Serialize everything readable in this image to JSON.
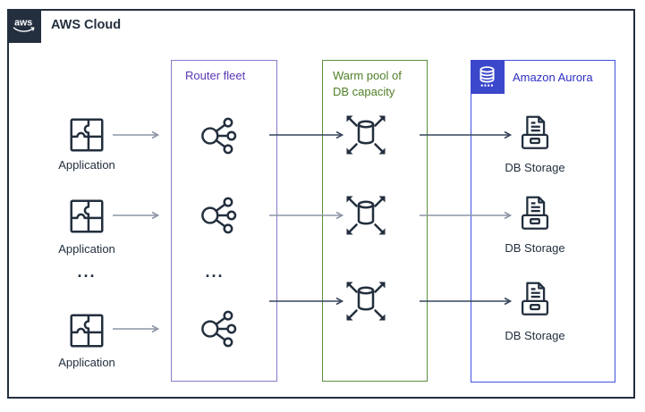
{
  "header": {
    "logo_text": "aws",
    "title": "AWS Cloud"
  },
  "groups": {
    "router": {
      "label": "Router fleet"
    },
    "warm_pool": {
      "label_line1": "Warm pool of",
      "label_line2": "DB capacity"
    },
    "aurora": {
      "label": "Amazon Aurora"
    }
  },
  "applications": [
    {
      "label": "Application"
    },
    {
      "label": "Application"
    },
    {
      "label": "Application"
    }
  ],
  "storages": [
    {
      "label": "DB Storage"
    },
    {
      "label": "DB Storage"
    },
    {
      "label": "DB Storage"
    }
  ],
  "ellipsis": {
    "apps": "...",
    "routers": "..."
  },
  "icons": {
    "aws_logo": "aws-smile-logo",
    "application": "puzzle-pieces-icon",
    "router": "hub-fanout-icon",
    "warm_db": "scalable-database-icon",
    "db_storage": "document-storage-tray-icon",
    "aurora_badge": "database-cylinder-icon"
  },
  "colors": {
    "outline": "#232F3E",
    "ink": "#232F3E",
    "purple_border": "#8A79C8",
    "purple_text": "#5937B5",
    "green_border": "#5C8F3C",
    "green_text": "#507F28",
    "blue_border": "#3F51E0",
    "blue_text": "#2D2FC4",
    "blue_badge": "#3B48CC",
    "arrow_gray": "#8B95A5",
    "arrow_dark": "#37445C"
  }
}
